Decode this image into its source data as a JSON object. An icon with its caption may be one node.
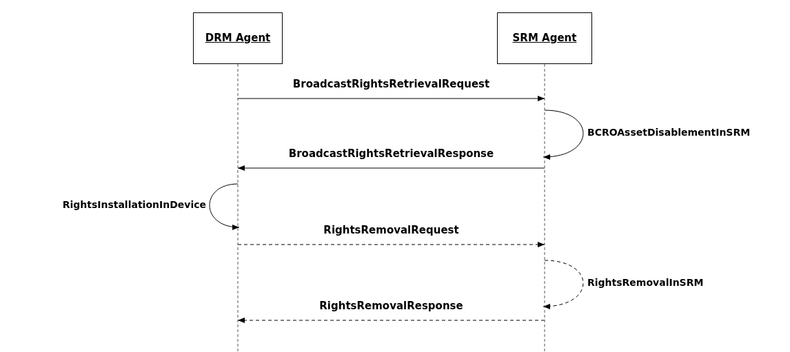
{
  "diagram": {
    "nodes": [
      {
        "text": [
          "DRM Agent"
        ]
      },
      {
        "text": [
          "SRM Agent"
        ]
      }
    ],
    "edges": [
      {
        "from": 0,
        "to": 1,
        "arrow": "to",
        "label": "BroadcastRightsRetrievalRequest"
      },
      {
        "from": 1,
        "to": 1,
        "arrow": "to",
        "label": "BCROAssetDisablementInSRM"
      },
      {
        "from": 1,
        "to": 0,
        "arrow": "to",
        "label": "BroadcastRightsRetrievalResponse"
      },
      {
        "from": 0,
        "to": 0,
        "arrow": "to",
        "label": "RightsInstallationInDevice"
      },
      {
        "from": 0,
        "to": 1,
        "arrow": "to",
        "label": "RightsRemovalRequest",
        "style": "dashed"
      },
      {
        "from": 1,
        "to": 1,
        "arrow": "to",
        "label": "RightsRemovalInSRM",
        "style": "dashed"
      },
      {
        "from": 1,
        "to": 0,
        "arrow": "to",
        "label": "RightsRemovalResponse",
        "style": "dashed"
      }
    ]
  }
}
